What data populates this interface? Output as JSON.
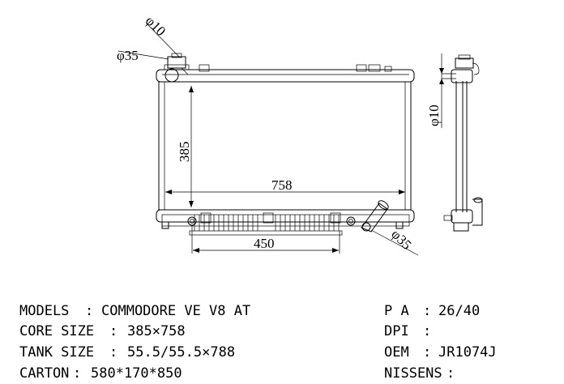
{
  "drawing": {
    "front_dims": {
      "pipe_top_small": "φ10",
      "pipe_top_large": "φ35",
      "height": "385",
      "width": "758",
      "tank_offset": "450",
      "pipe_bottom": "φ35"
    },
    "side_dims": {
      "pipe_side": "φ10"
    }
  },
  "specs": {
    "left": [
      {
        "label": "MODELS",
        "sep": ":",
        "value": "COMMODORE VE V8 AT"
      },
      {
        "label": "CORE SIZE",
        "sep": ":",
        "value": "385×758"
      },
      {
        "label": "TANK SIZE",
        "sep": ":",
        "value": "55.5/55.5×788"
      },
      {
        "label": "CARTON",
        "sep": ":",
        "value": "580*170*850"
      }
    ],
    "right": [
      {
        "label": "P A",
        "sep": ":",
        "value": "26/40"
      },
      {
        "label": "DPI",
        "sep": ":",
        "value": ""
      },
      {
        "label": "OEM",
        "sep": ":",
        "value": "JR1074J"
      },
      {
        "label": "NISSENS",
        "sep": ":",
        "value": ""
      }
    ]
  }
}
